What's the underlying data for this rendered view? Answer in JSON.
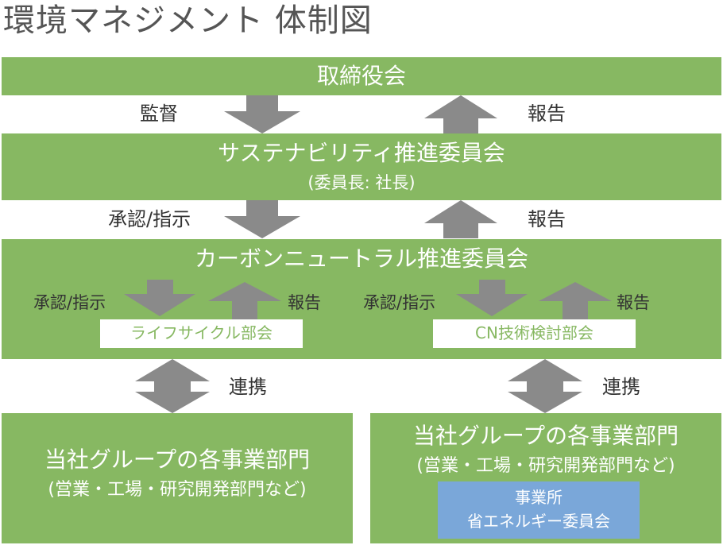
{
  "title": "環境マネジメント 体制図",
  "boxes": {
    "board": {
      "label": "取締役会"
    },
    "sustainability": {
      "label": "サステナビリティ推進委員会",
      "sub": "(委員長: 社長)"
    },
    "carbon_neutral": {
      "label": "カーボンニュートラル推進委員会",
      "subcommittees": [
        {
          "label": "ライフサイクル部会"
        },
        {
          "label": "CN技術検討部会"
        }
      ]
    },
    "business_left": {
      "label": "当社グループの各事業部門",
      "sub": "(営業・工場・研究開発部門など)"
    },
    "business_right": {
      "label": "当社グループの各事業部門",
      "sub": "(営業・工場・研究開発部門など)",
      "inner": {
        "line1": "事業所",
        "line2": "省エネルギー委員会"
      }
    }
  },
  "flows": {
    "board_to_sus": {
      "down_label": "監督",
      "up_label": "報告"
    },
    "sus_to_cn": {
      "down_label": "承認/指示",
      "up_label": "報告"
    },
    "cn_to_lifecycle": {
      "down_label": "承認/指示",
      "up_label": "報告"
    },
    "cn_to_tech": {
      "down_label": "承認/指示",
      "up_label": "報告"
    },
    "left_link": {
      "label": "連携"
    },
    "right_link": {
      "label": "連携"
    }
  },
  "colors": {
    "green": "#87b862",
    "blue": "#7aa7d9",
    "arrow": "#8a8a8a",
    "title": "#555555"
  }
}
